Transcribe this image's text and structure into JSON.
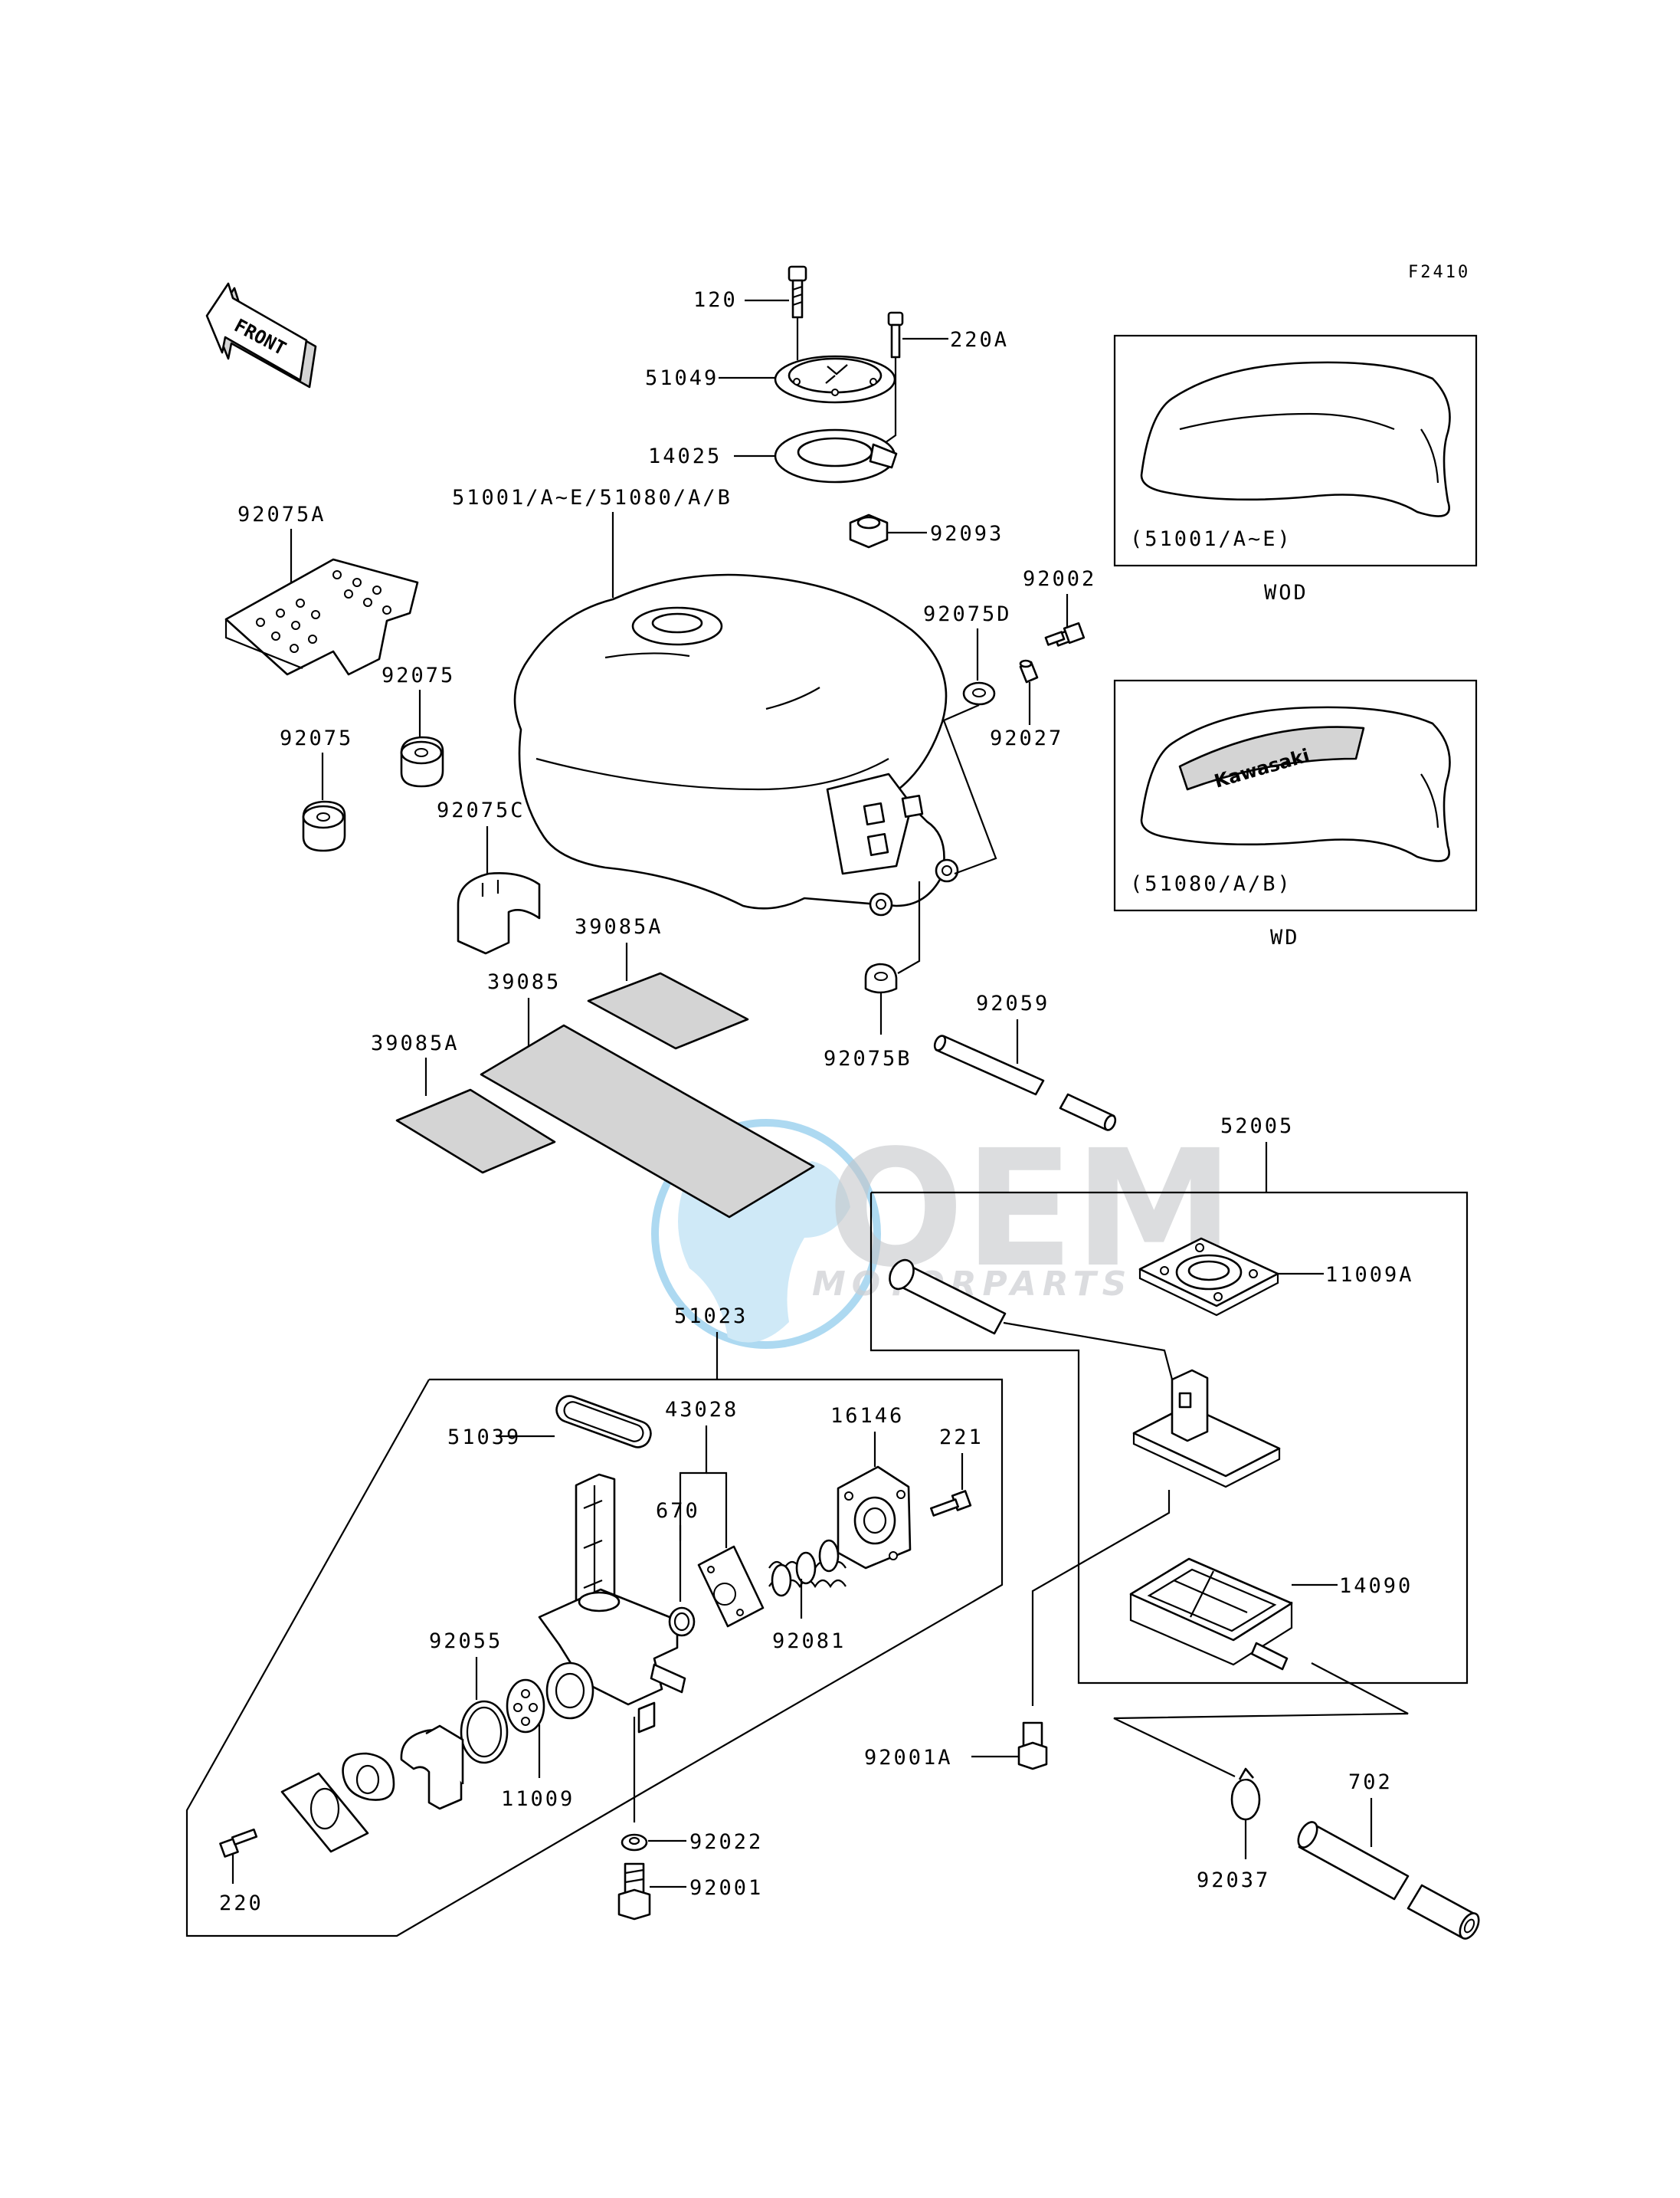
{
  "figure_code": "F2410",
  "front_arrow": "FRONT",
  "watermark": {
    "main": "OEM",
    "sub": "MOTORPARTS",
    "color": "#9fd3ef"
  },
  "labels": {
    "p120": "120",
    "p220A": "220A",
    "p51049": "51049",
    "p14025": "14025",
    "p92093": "92093",
    "p51001": "51001/A~E/51080/A/B",
    "p92075A": "92075A",
    "p92075_1": "92075",
    "p92075_2": "92075",
    "p92075C": "92075C",
    "p92075D": "92075D",
    "p92002": "92002",
    "p92027": "92027",
    "p39085A_1": "39085A",
    "p39085": "39085",
    "p39085A_2": "39085A",
    "p92075B": "92075B",
    "p92059": "92059",
    "p52005": "52005",
    "p11009A": "11009A",
    "p14090": "14090",
    "p92001A": "92001A",
    "p92037": "92037",
    "p702": "702",
    "p51023": "51023",
    "p51039": "51039",
    "p43028": "43028",
    "p16146": "16146",
    "p221": "221",
    "p670": "670",
    "p92081": "92081",
    "p92055": "92055",
    "p11009": "11009",
    "p92022": "92022",
    "p92001": "92001",
    "p220": "220"
  },
  "insets": {
    "wod_caption": "(51001/A~E)",
    "wod_label": "WOD",
    "wd_caption": "(51080/A/B)",
    "wd_label": "WD",
    "tank_logo": "Kawasaki"
  }
}
